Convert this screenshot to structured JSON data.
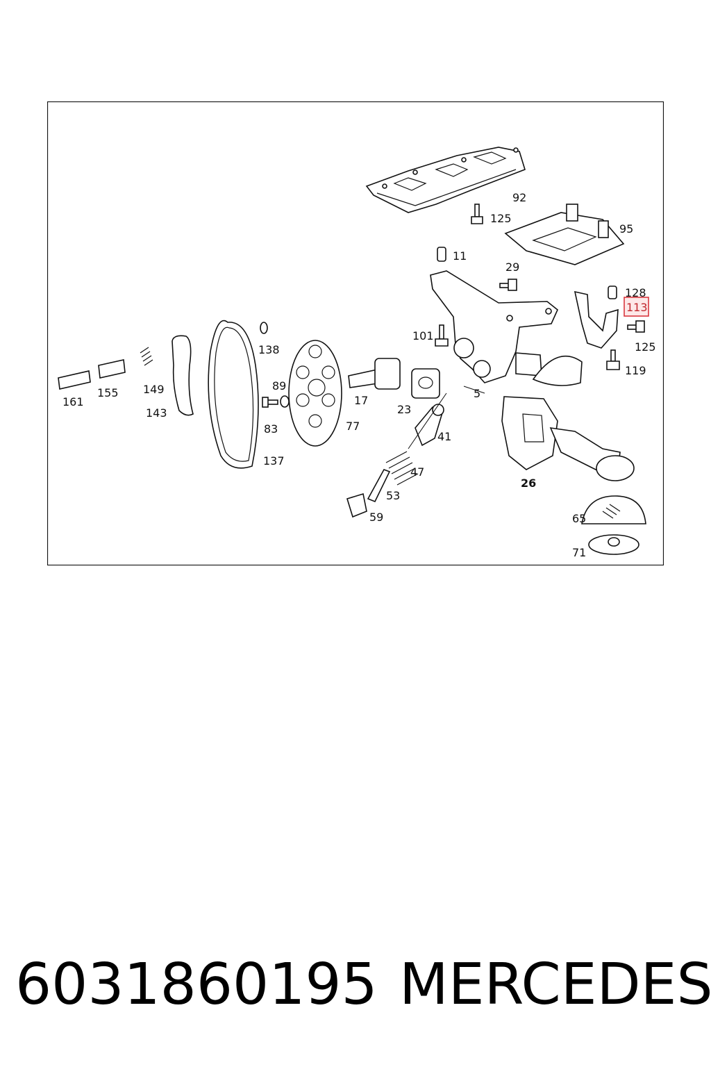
{
  "diagram": {
    "callouts": [
      {
        "id": "92",
        "label": "92"
      },
      {
        "id": "125a",
        "label": "125"
      },
      {
        "id": "95",
        "label": "95"
      },
      {
        "id": "11",
        "label": "11"
      },
      {
        "id": "29",
        "label": "29"
      },
      {
        "id": "128",
        "label": "128"
      },
      {
        "id": "113",
        "label": "113",
        "highlighted": true
      },
      {
        "id": "125b",
        "label": "125"
      },
      {
        "id": "119",
        "label": "119"
      },
      {
        "id": "101",
        "label": "101"
      },
      {
        "id": "138",
        "label": "138"
      },
      {
        "id": "89",
        "label": "89"
      },
      {
        "id": "83",
        "label": "83"
      },
      {
        "id": "77",
        "label": "77"
      },
      {
        "id": "17",
        "label": "17"
      },
      {
        "id": "23",
        "label": "23"
      },
      {
        "id": "5",
        "label": "5"
      },
      {
        "id": "41",
        "label": "41"
      },
      {
        "id": "47",
        "label": "47"
      },
      {
        "id": "53",
        "label": "53"
      },
      {
        "id": "59",
        "label": "59"
      },
      {
        "id": "26",
        "label": "26"
      },
      {
        "id": "65",
        "label": "65"
      },
      {
        "id": "71",
        "label": "71"
      },
      {
        "id": "161",
        "label": "161"
      },
      {
        "id": "155",
        "label": "155"
      },
      {
        "id": "149",
        "label": "149"
      },
      {
        "id": "143",
        "label": "143"
      },
      {
        "id": "137",
        "label": "137"
      }
    ],
    "highlight_color": "#d9363e"
  },
  "footer": {
    "part_number": "6031860195",
    "brand": "MERCEDES"
  }
}
